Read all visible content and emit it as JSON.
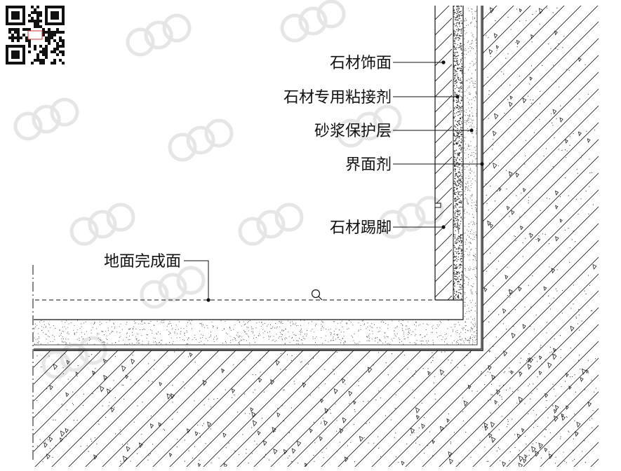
{
  "labels": {
    "stone_facing": "石材饰面",
    "stone_adhesive": "石材专用粘接剂",
    "mortar_layer": "砂浆保护层",
    "interface_agent": "界面剂",
    "stone_skirting": "石材踢脚",
    "finished_floor": "地面完成面"
  },
  "colors": {
    "line": "#111111",
    "background": "#ffffff",
    "watermark": "#e6e6e6"
  },
  "icons": {
    "qr_code": "qr-code-icon",
    "watermark": "coo-design-watermark"
  }
}
